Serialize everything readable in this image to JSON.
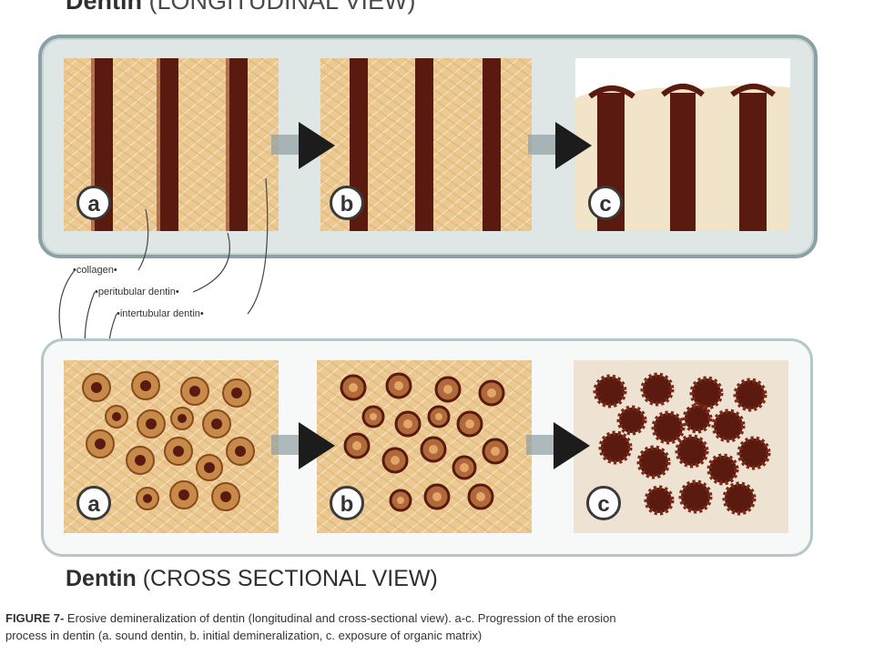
{
  "titles": {
    "top_bold": "Dentin",
    "top_rest": "(LONGITUDINAL VIEW)",
    "bottom_bold": "Dentin",
    "bottom_rest": "(CROSS SECTIONAL VIEW)"
  },
  "stages": [
    {
      "key": "a"
    },
    {
      "key": "b"
    },
    {
      "key": "c"
    }
  ],
  "labels": {
    "collagen": "•collagen•",
    "peritubular": "•peritubular dentin•",
    "intertubular": "•intertubular dentin•"
  },
  "caption": {
    "figure": "FIGURE 7-",
    "line1_rest": "Erosive demineralization of dentin (longitudinal and cross-sectional view). a-c. Progression of the erosion",
    "line2": "process in dentin (a. sound dentin, b. initial demineralization, c. exposure of organic matrix)"
  },
  "colors": {
    "tubule": "#5a1a10",
    "dentin": "#ecc990",
    "frame_top": "#8aa1a6",
    "arrow": "#1c1c1c"
  }
}
